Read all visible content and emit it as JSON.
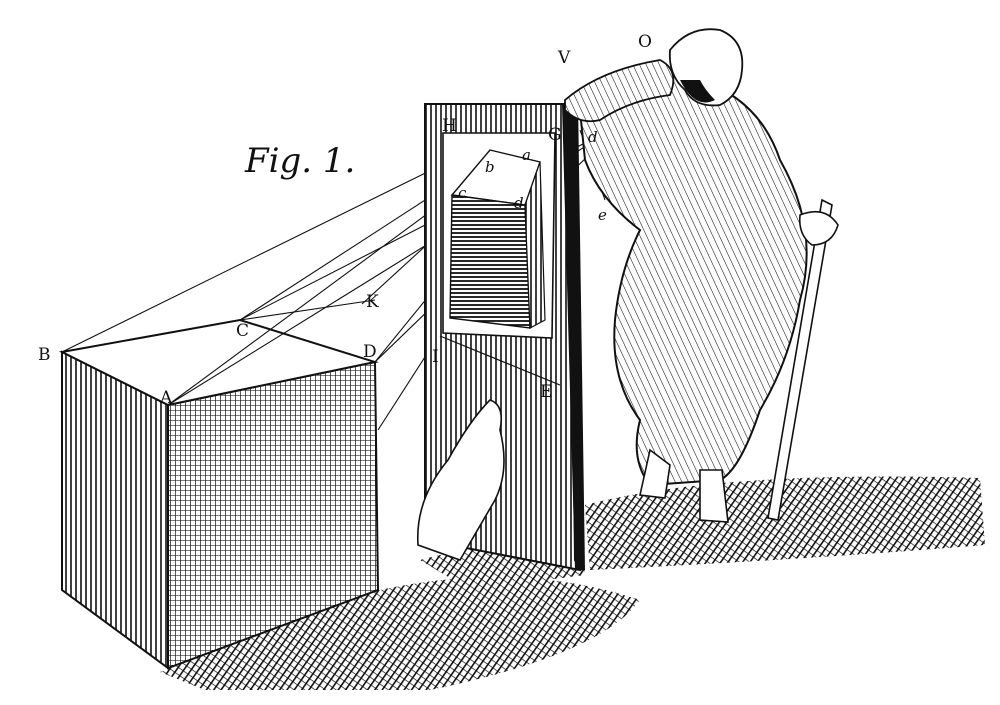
{
  "figure": {
    "title": "Fig. 1.",
    "points": {
      "A": "A",
      "B": "B",
      "C": "C",
      "D": "D",
      "E": "E",
      "H": "H",
      "I": "I",
      "G": "G",
      "K": "K",
      "V": "V",
      "O": "O"
    },
    "image_points": {
      "a": "a",
      "b": "b",
      "c": "c",
      "d": "d",
      "d2": "d",
      "e": "e"
    }
  },
  "colors": {
    "ink": "#111111",
    "paper": "#ffffff"
  }
}
